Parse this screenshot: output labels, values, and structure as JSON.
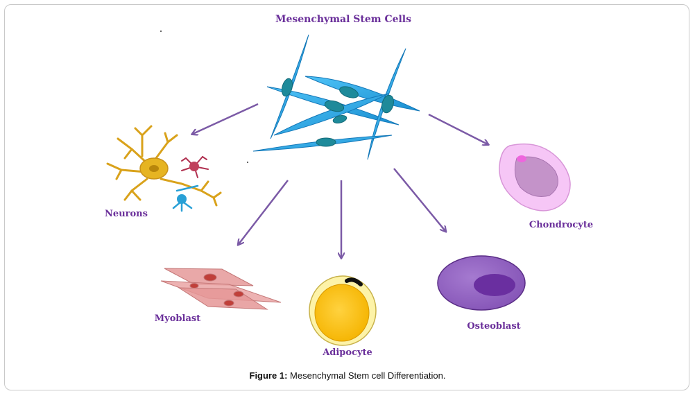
{
  "figure": {
    "title": "Mesenchymal Stem Cells",
    "caption_label": "Figure 1:",
    "caption_text": "Mesenchymal Stem cell Differentiation.",
    "cell_types": {
      "neurons": "Neurons",
      "myoblast": "Myoblast",
      "adipocyte": "Adipocyte",
      "osteoblast": "Osteoblast",
      "chondrocyte": "Chondrocyte"
    }
  },
  "colors": {
    "label": "#6a2f9a",
    "arrow": "#7b5aa6",
    "stem_cell": "#29a9e1",
    "stem_nucleus": "#1e8a9a",
    "neuron": "#e6b422",
    "myoblast": "#e79e9e",
    "adipocyte": "#fbc02d",
    "osteoblast": "#9b6bc4",
    "chondrocyte": "#f3b8f3"
  }
}
